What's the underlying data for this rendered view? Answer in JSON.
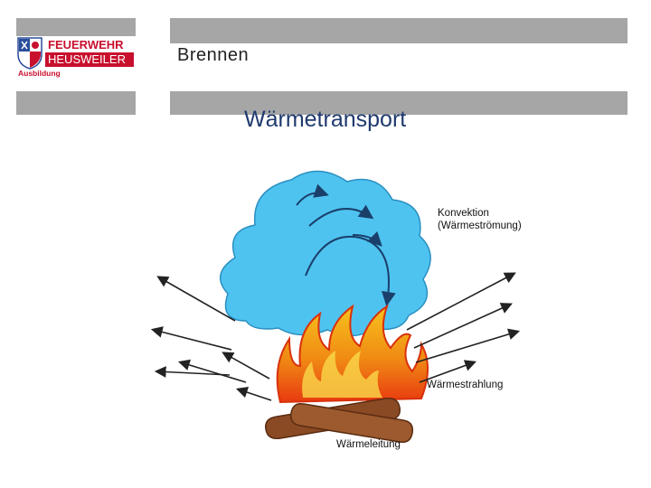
{
  "header": {
    "title": "Brennen",
    "logo": {
      "line1": "FEUERWEHR",
      "line2": "HEUSWEILER",
      "line3": "Ausbildung"
    }
  },
  "slide": {
    "title": "Wärmetransport"
  },
  "diagram": {
    "labels": {
      "convection": "Konvektion",
      "convection_sub": "(Wärmeströmung)",
      "radiation": "Wärmestrahlung",
      "conduction": "Wärmeleitung"
    },
    "colors": {
      "cloud": "#4fc3f0",
      "flame_outer": "#e83a10",
      "flame_inner": "#f7c21c",
      "log": "#8a4a24",
      "accent_bar": "#a6a6a6",
      "logo_red": "#c8102e",
      "title_blue": "#1f3a6e"
    }
  }
}
